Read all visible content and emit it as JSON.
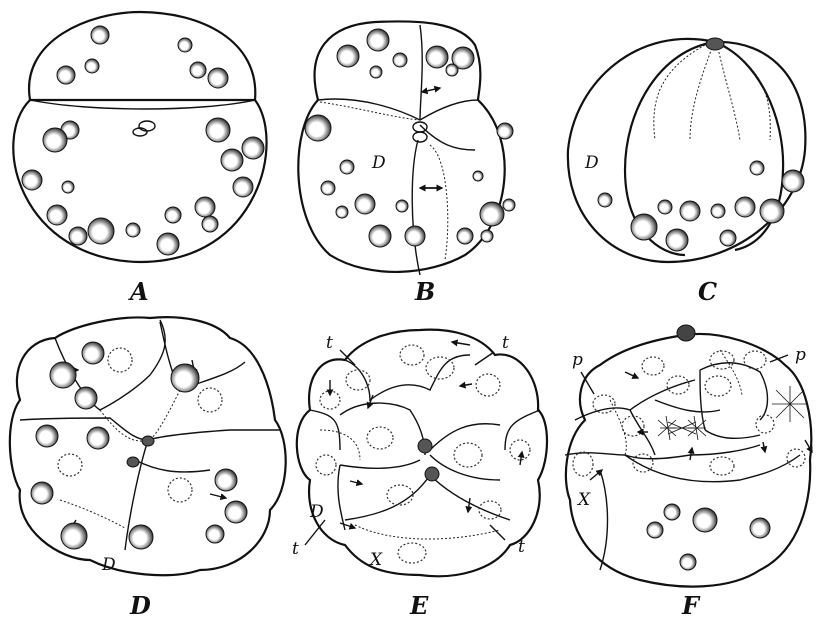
{
  "panels": [
    {
      "letter": "A"
    },
    {
      "letter": "B",
      "labels": [
        "D"
      ]
    },
    {
      "letter": "C",
      "labels": [
        "D"
      ]
    },
    {
      "letter": "D",
      "labels": [
        "D"
      ]
    },
    {
      "letter": "E",
      "labels": [
        "t",
        "t",
        "t",
        "t",
        "D",
        "X"
      ]
    },
    {
      "letter": "F",
      "labels": [
        "p",
        "p",
        "X"
      ]
    }
  ]
}
